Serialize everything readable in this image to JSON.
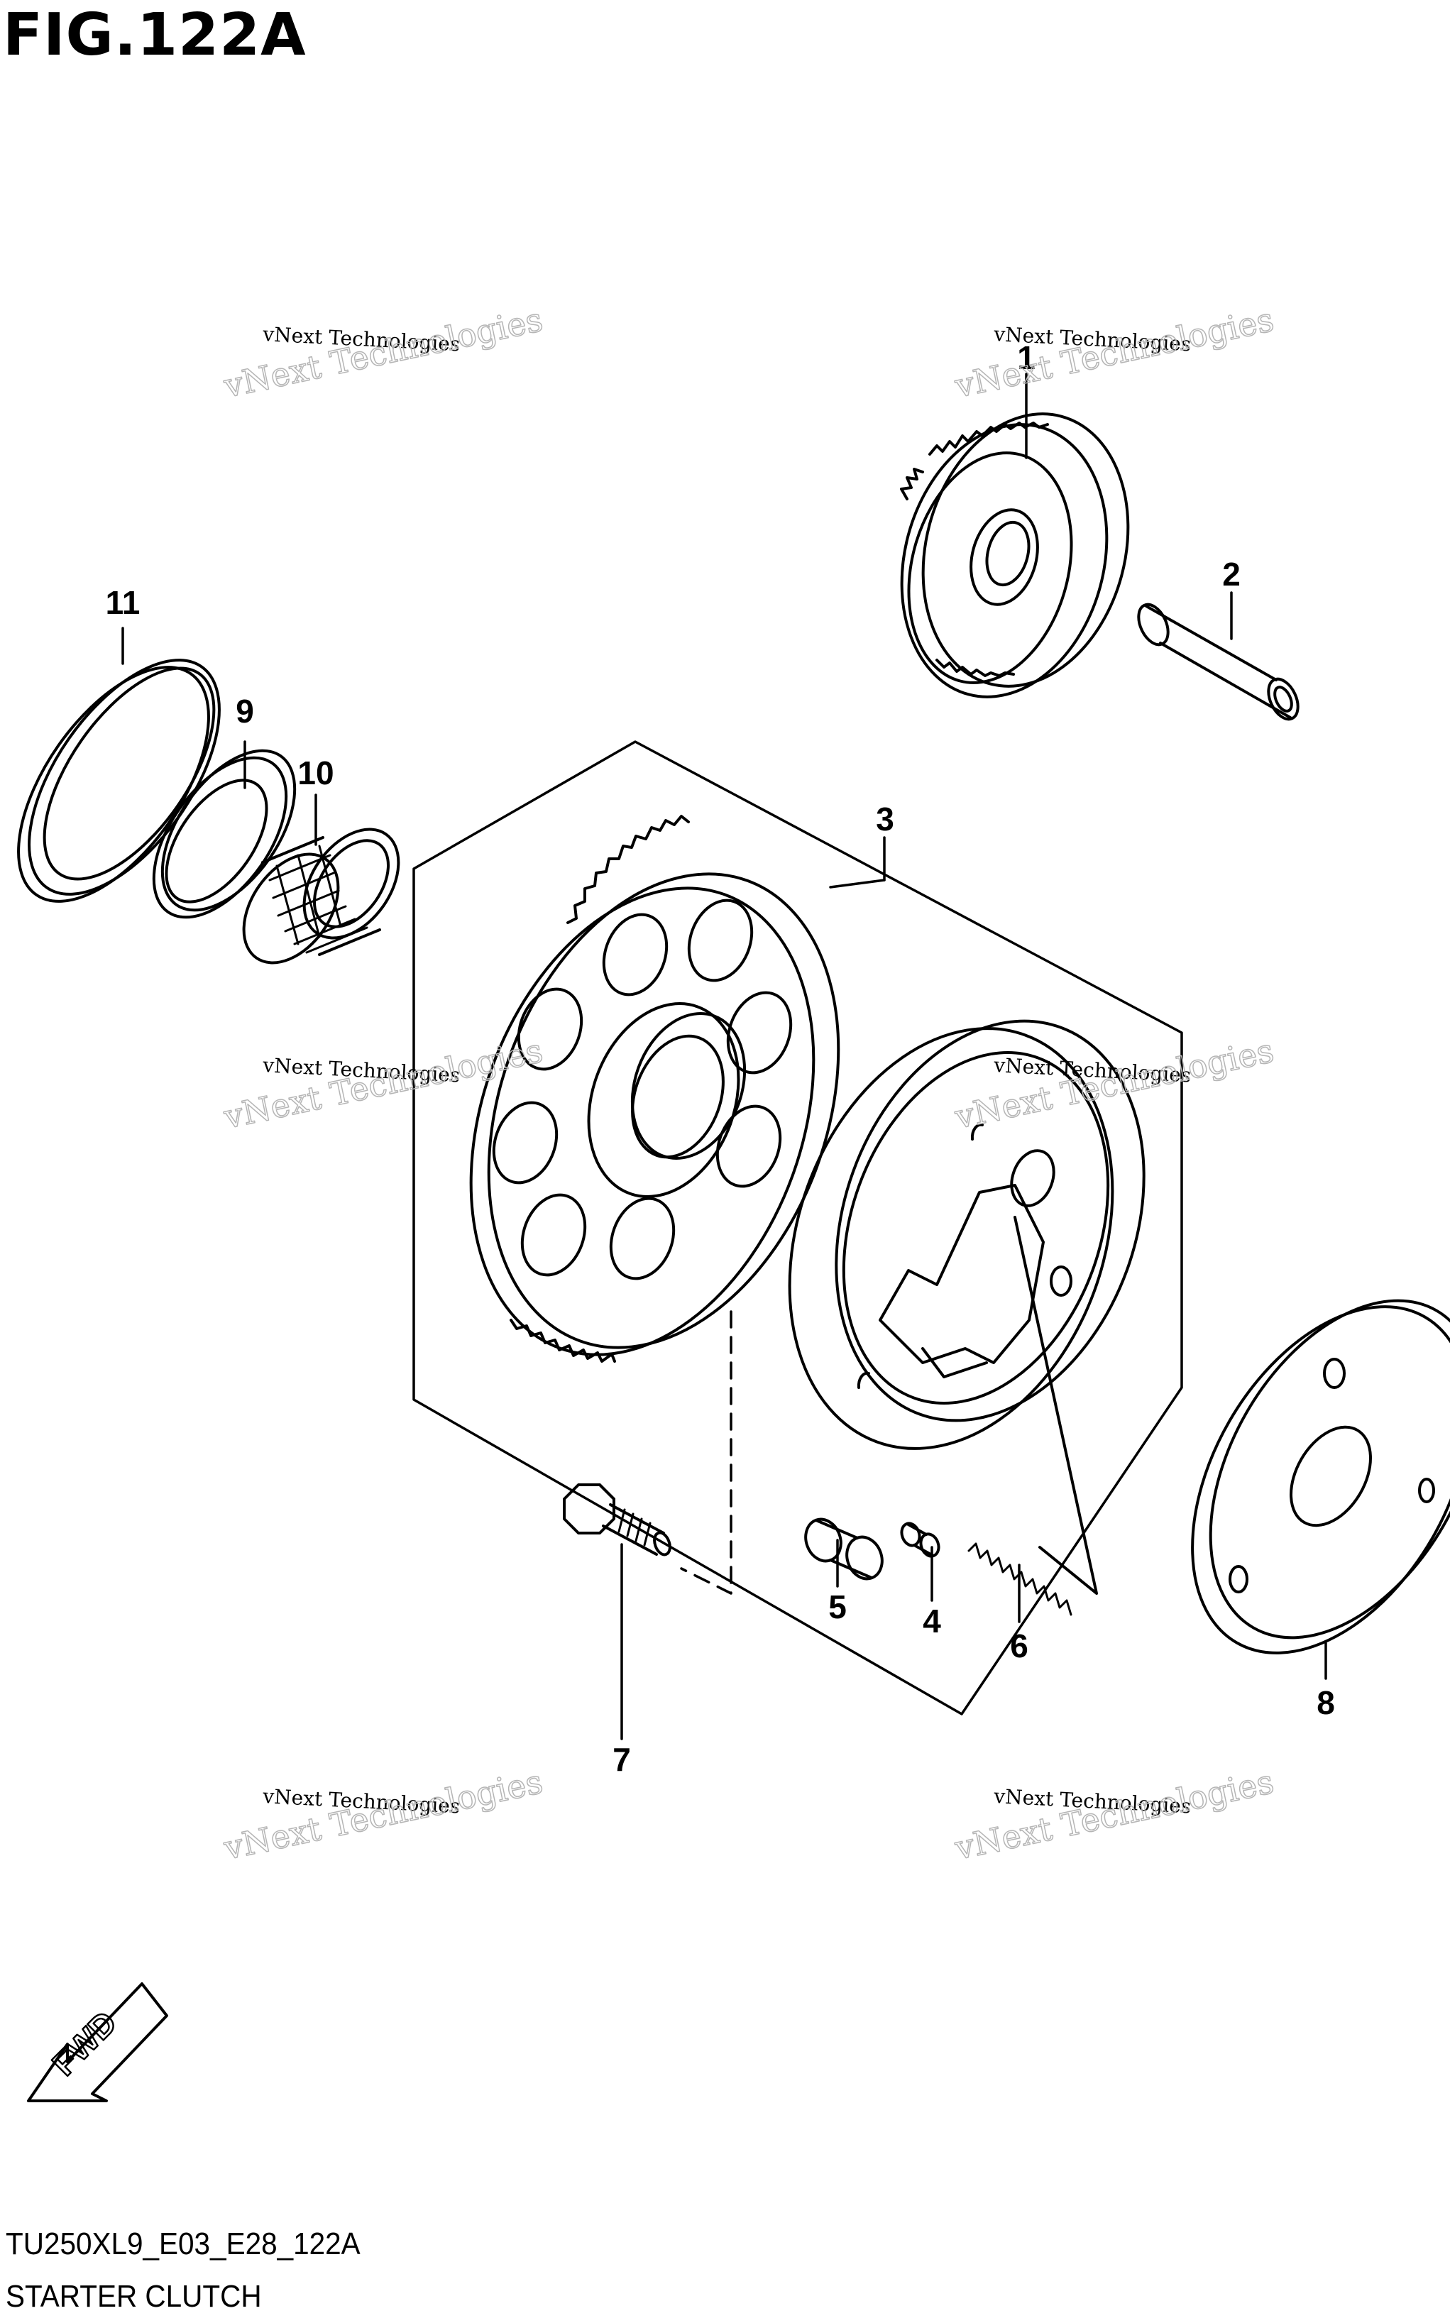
{
  "figure_title": "FIG.122A",
  "model_code": "TU250XL9_E03_E28_122A",
  "section_name": "STARTER CLUTCH",
  "fwd_label": "FWD",
  "watermark": "vNext Technologies",
  "callouts": [
    "1",
    "2",
    "3",
    "4",
    "5",
    "6",
    "7",
    "8",
    "9",
    "10",
    "11"
  ]
}
